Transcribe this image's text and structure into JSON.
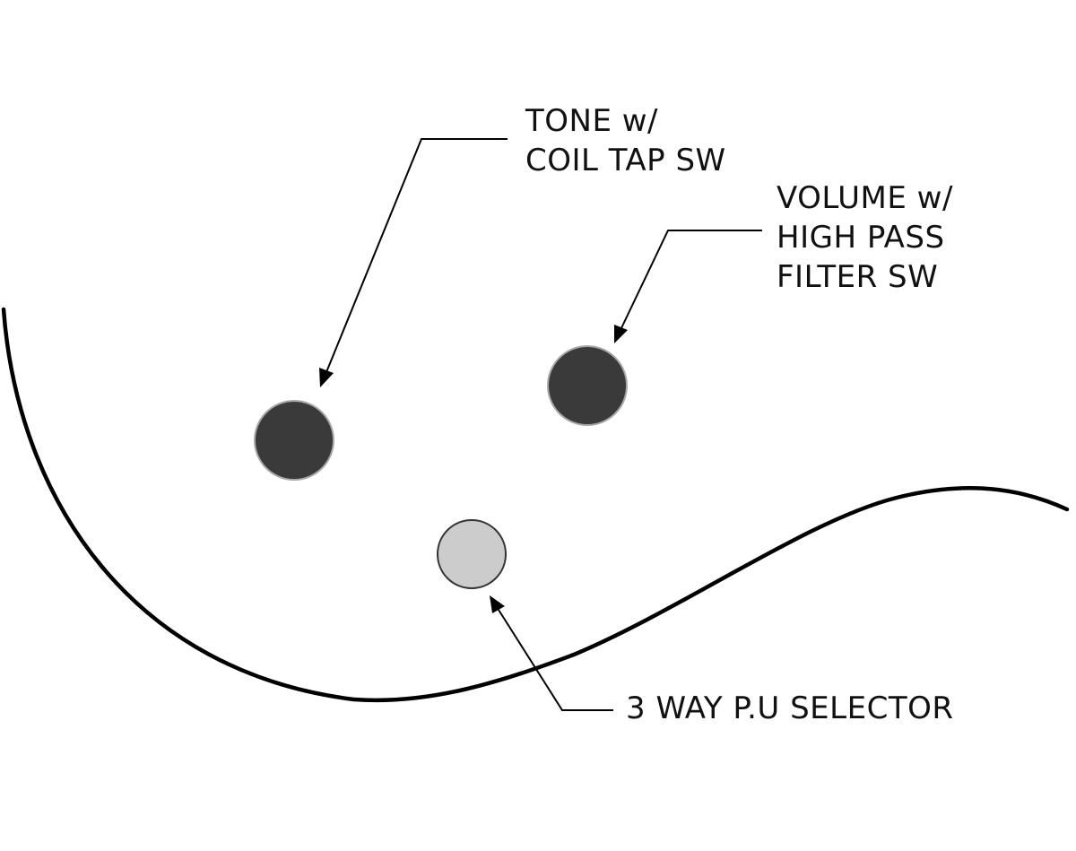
{
  "colors": {
    "background": "#ffffff",
    "outline": "#000000",
    "knob_dark": "#3a3a3a",
    "knob_dark_stroke": "#a8a8a8",
    "switch_light": "#cccccc",
    "switch_light_stroke": "#333333",
    "text": "#111111"
  },
  "controls": {
    "tone": {
      "label_lines": [
        "TONE w/",
        "COIL TAP SW"
      ],
      "kind": "knob"
    },
    "volume": {
      "label_lines": [
        "VOLUME w/",
        "HIGH PASS",
        "FILTER SW"
      ],
      "kind": "knob"
    },
    "selector": {
      "label_lines": [
        "3 WAY P.U SELECTOR"
      ],
      "kind": "switch"
    }
  }
}
